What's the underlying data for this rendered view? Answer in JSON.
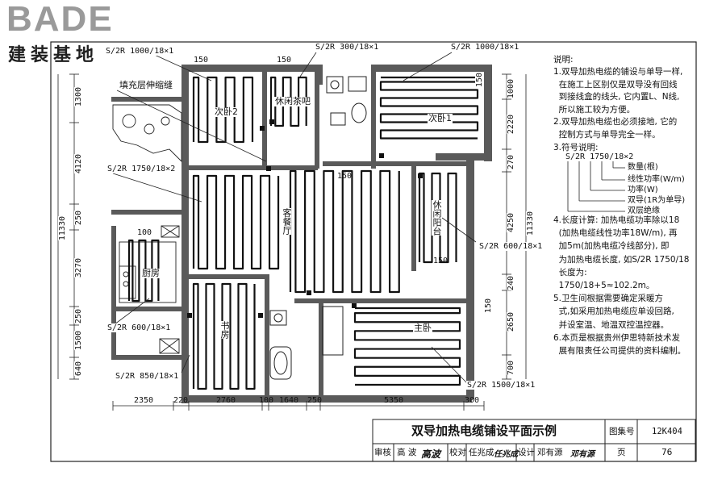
{
  "logo": {
    "brand": "BADE",
    "subtitle": "建装基地"
  },
  "rooms": {
    "bedroom2": "次卧2",
    "tea_bar": "休闲茶吧",
    "bedroom1": "次卧1",
    "living_dining": "客餐厅",
    "leisure_balcony": "休闲阳台",
    "kitchen": "厨房",
    "study": "书房",
    "master_bedroom": "主卧"
  },
  "labels": {
    "expansion_joint": "填充层伸缩缝"
  },
  "callouts": {
    "c1": "S/2R 1000/18×1",
    "c2": "S/2R 300/18×1",
    "c3": "S/2R 1000/18×1",
    "c4": "S/2R 1750/18×2",
    "c5": "S/2R 600/18×1",
    "c6": "S/2R 600/18×1",
    "c7": "S/2R 850/18×1",
    "c8": "S/2R 1500/18×1"
  },
  "dims": {
    "left": [
      "1300",
      "4120",
      "250",
      "3270",
      "250",
      "1500",
      "640"
    ],
    "left_total": "11330",
    "right": [
      "1000",
      "2220",
      "270",
      "4250",
      "240",
      "2650",
      "700"
    ],
    "right_total": "11330",
    "bottom": [
      "2350",
      "220",
      "2760",
      "100",
      "1640",
      "250",
      "5350",
      "300"
    ],
    "small": [
      "150",
      "150",
      "150",
      "150",
      "150",
      "150",
      "100",
      "150"
    ]
  },
  "notes": {
    "heading": "说明:",
    "lines": [
      "1.双导加热电缆的铺设与单导一样,",
      "  在施工上区别仅是双导没有回线",
      "  到接线盒的线头, 它内置L、N线,",
      "  所以施工较为方便。",
      "2.双导加热电缆也必须接地, 它的",
      "  控制方式与单导完全一样。",
      "3.符号说明:"
    ],
    "symbol_example": "S/2R 1750/18×2",
    "symbol_legend": [
      "数量(根)",
      "线性功率(W/m)",
      "功率(W)",
      "双导(1R为单导)",
      "双层绝缘"
    ],
    "lines2": [
      "4.长度计算: 加热电缆功率除以18",
      "  (加热电缆线性功率18W/m), 再",
      "  加5m(加热电缆冷线部分), 即",
      "  为加热电缆长度, 如S/2R 1750/18",
      "  长度为:",
      "  1750/18+5≈102.2m。",
      "5.卫生间根据需要确定采暖方",
      "  式,如采用加热电缆应单设回路,",
      "  并设室温、地温双控温控器。",
      "6.本页是根据贵州伊思特新技术发",
      "  展有限责任公司提供的资料编制。"
    ]
  },
  "titleblock": {
    "title": "双导加热电缆铺设平面示例",
    "atlas_label": "图集号",
    "atlas_no": "12K404",
    "review_label": "审核",
    "reviewer": "高 波",
    "review_sig": "高波",
    "check_label": "校对",
    "checker": "任兆成",
    "check_sig": "任兆成",
    "design_label": "设计",
    "designer": "邓有源",
    "design_sig": "邓有源",
    "page_label": "页",
    "page_no": "76"
  }
}
